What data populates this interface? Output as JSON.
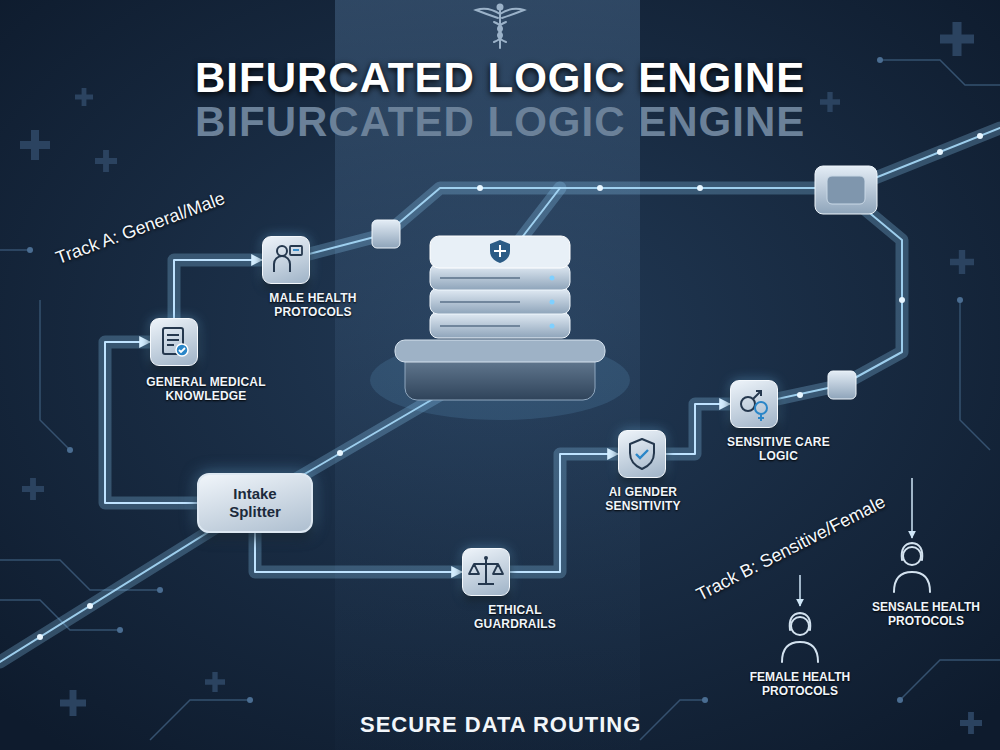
{
  "diagram": {
    "title": "BIFURCATED LOGIC ENGINE",
    "caption": "SECURE DATA ROUTING",
    "nodes": [
      {
        "text": [
          "Intake Splitter"
        ]
      },
      {
        "text": [
          "GENERAL MEDICAL KNOWLEDGE"
        ]
      },
      {
        "text": [
          "MALE HEALTH PROTOCOLS"
        ]
      },
      {
        "text": [
          "ETHICAL GUARDRAILS"
        ]
      },
      {
        "text": [
          "AI GENDER SENSITIVITY"
        ]
      },
      {
        "text": [
          "SENSITIVE CARE LOGIC"
        ]
      }
    ],
    "edges": [
      {
        "from": 0,
        "to": 1,
        "arrow": "to"
      },
      {
        "from": 1,
        "to": 2,
        "arrow": "to"
      },
      {
        "from": 0,
        "to": 3,
        "arrow": "to"
      },
      {
        "from": 3,
        "to": 4,
        "arrow": "to"
      },
      {
        "from": 4,
        "to": 5,
        "arrow": "to"
      }
    ],
    "labels": [
      "BIFURCATED LOGIC ENGINE",
      "Track A: General/Male",
      "Track B: Sensitive/Female",
      "FEMALE HEALTH PROTOCOLS",
      "SENSALE HEALTH PROTOCOLS"
    ]
  }
}
